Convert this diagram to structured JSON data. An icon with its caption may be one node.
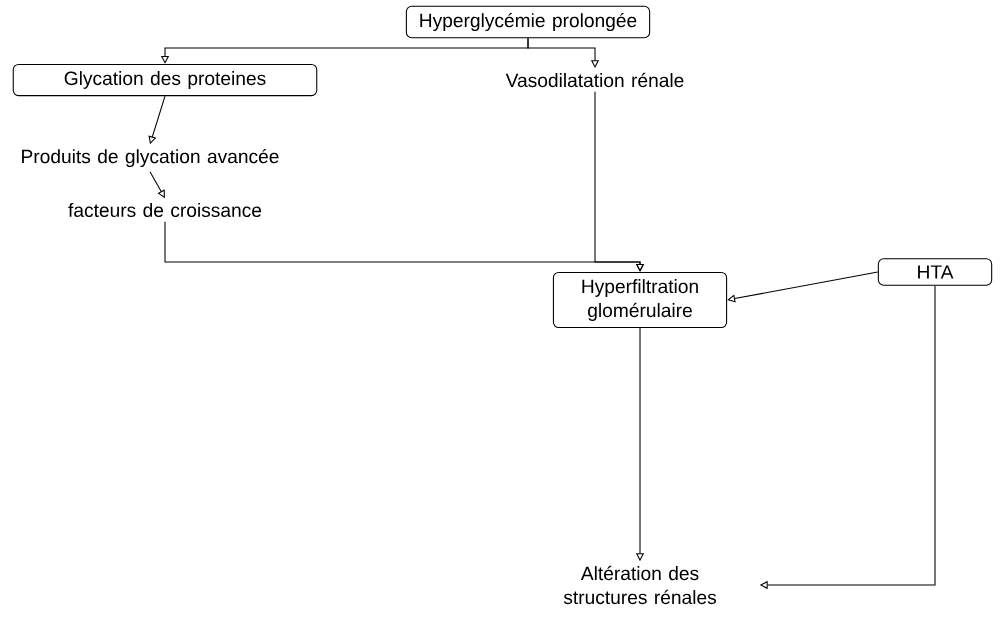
{
  "diagram": {
    "nodes": [
      {
        "text": [
          "Hyperglycémie prolongée"
        ]
      },
      {
        "text": [
          "Glycation des proteines"
        ]
      },
      {
        "text": [
          "Vasodilatation rénale"
        ]
      },
      {
        "text": [
          "Produits de glycation avancée"
        ]
      },
      {
        "text": [
          "facteurs de croissance"
        ]
      },
      {
        "text": [
          "Hyperfiltration glomérulaire"
        ]
      },
      {
        "text": [
          "HTA"
        ]
      },
      {
        "text": [
          "Altération des structures rénales"
        ]
      }
    ],
    "edges": [
      {
        "from": 0,
        "to": 1,
        "arrow": "to"
      },
      {
        "from": 0,
        "to": 2,
        "arrow": "to"
      },
      {
        "from": 1,
        "to": 3,
        "arrow": "to"
      },
      {
        "from": 3,
        "to": 4,
        "arrow": "to"
      },
      {
        "from": 4,
        "to": 5,
        "arrow": "to"
      },
      {
        "from": 2,
        "to": 5,
        "arrow": "to"
      },
      {
        "from": 6,
        "to": 5,
        "arrow": "to"
      },
      {
        "from": 5,
        "to": 7,
        "arrow": "to"
      },
      {
        "from": 6,
        "to": 7,
        "arrow": "to"
      }
    ]
  }
}
